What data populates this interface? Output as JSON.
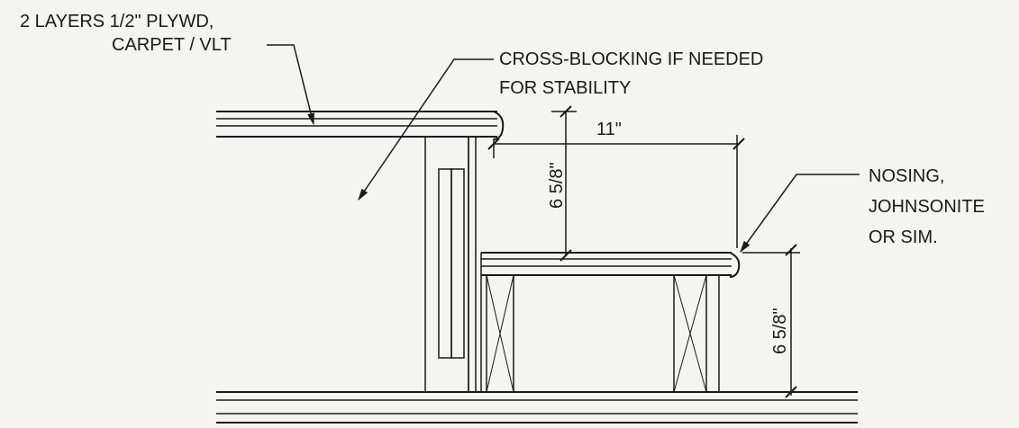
{
  "notes": {
    "plywood_line1": "2 LAYERS 1/2\" PLYWD,",
    "plywood_line2": "CARPET / VLT",
    "blocking_line1": "CROSS-BLOCKING IF NEEDED",
    "blocking_line2": "FOR STABILITY",
    "nosing_line1": "NOSING,",
    "nosing_line2": "JOHNSONITE",
    "nosing_line3": "OR SIM."
  },
  "dimensions": {
    "tread_depth": "11\"",
    "upper_rise": "6 5/8\"",
    "lower_rise": "6 5/8\""
  },
  "colors": {
    "ink": "#1a1a1a",
    "paper": "#f4f4f2"
  }
}
